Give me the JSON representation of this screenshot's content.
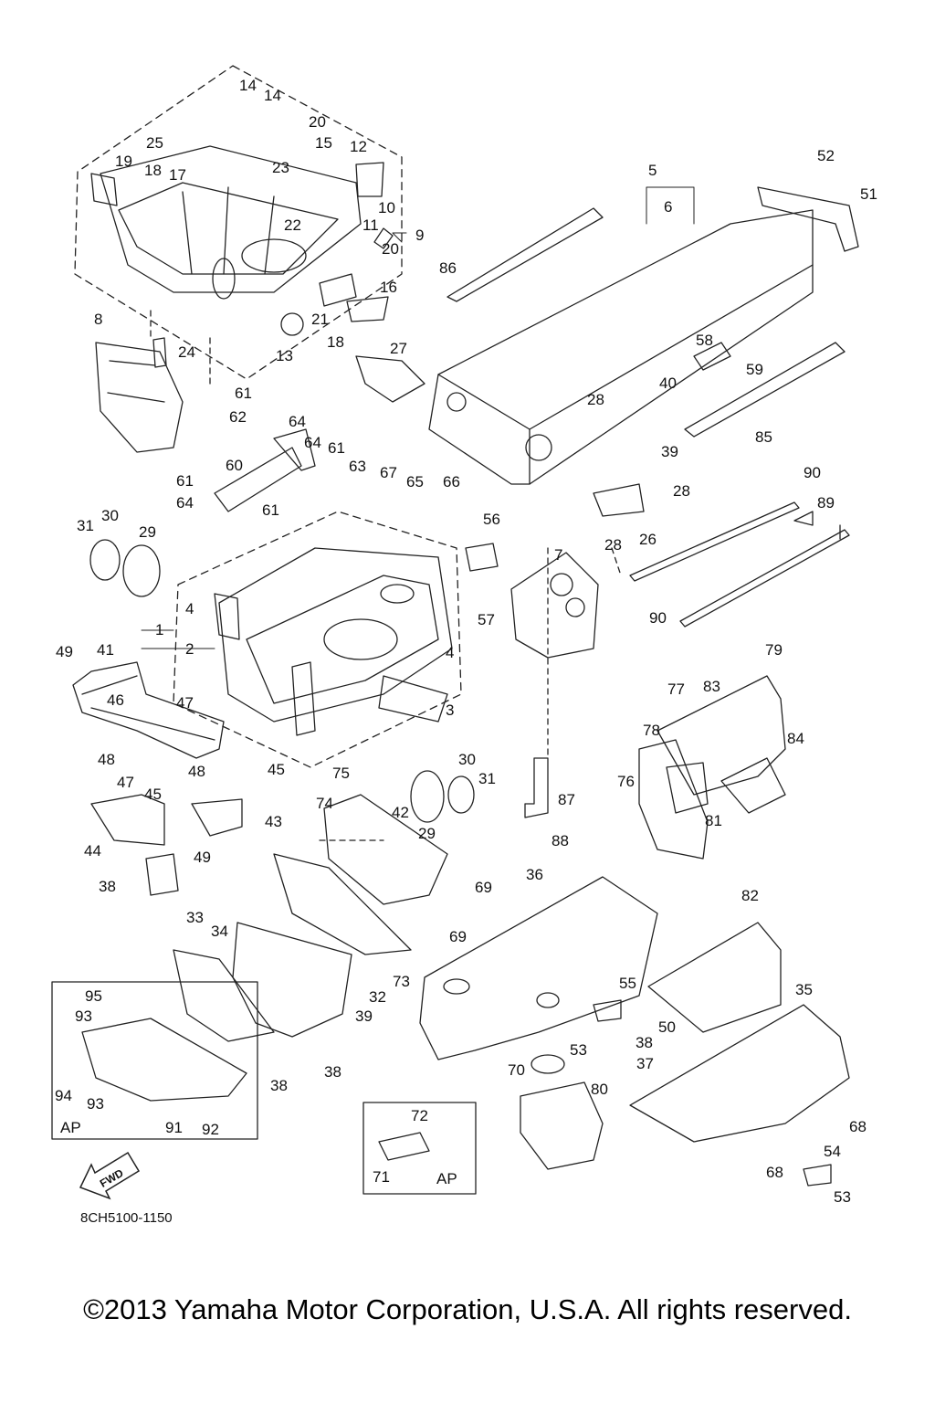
{
  "diagram": {
    "drawing_code": "8CH5100-1150",
    "fwd_label": "FWD",
    "ap_label": "AP",
    "callouts": [
      "1",
      "2",
      "3",
      "4",
      "5",
      "6",
      "7",
      "8",
      "9",
      "10",
      "11",
      "12",
      "13",
      "14",
      "15",
      "16",
      "17",
      "18",
      "19",
      "20",
      "21",
      "22",
      "23",
      "24",
      "25",
      "26",
      "27",
      "28",
      "29",
      "30",
      "31",
      "32",
      "33",
      "34",
      "35",
      "36",
      "37",
      "38",
      "39",
      "40",
      "41",
      "42",
      "43",
      "44",
      "45",
      "46",
      "47",
      "48",
      "49",
      "50",
      "51",
      "52",
      "53",
      "54",
      "55",
      "56",
      "57",
      "58",
      "59",
      "60",
      "61",
      "62",
      "63",
      "64",
      "65",
      "66",
      "67",
      "68",
      "69",
      "70",
      "71",
      "72",
      "73",
      "74",
      "75",
      "76",
      "77",
      "78",
      "79",
      "80",
      "81",
      "82",
      "83",
      "84",
      "85",
      "86",
      "87",
      "88",
      "89",
      "90",
      "91",
      "92",
      "93",
      "94",
      "95"
    ]
  },
  "footer": {
    "copyright": "©2013 Yamaha Motor Corporation, U.S.A. All rights reserved."
  }
}
